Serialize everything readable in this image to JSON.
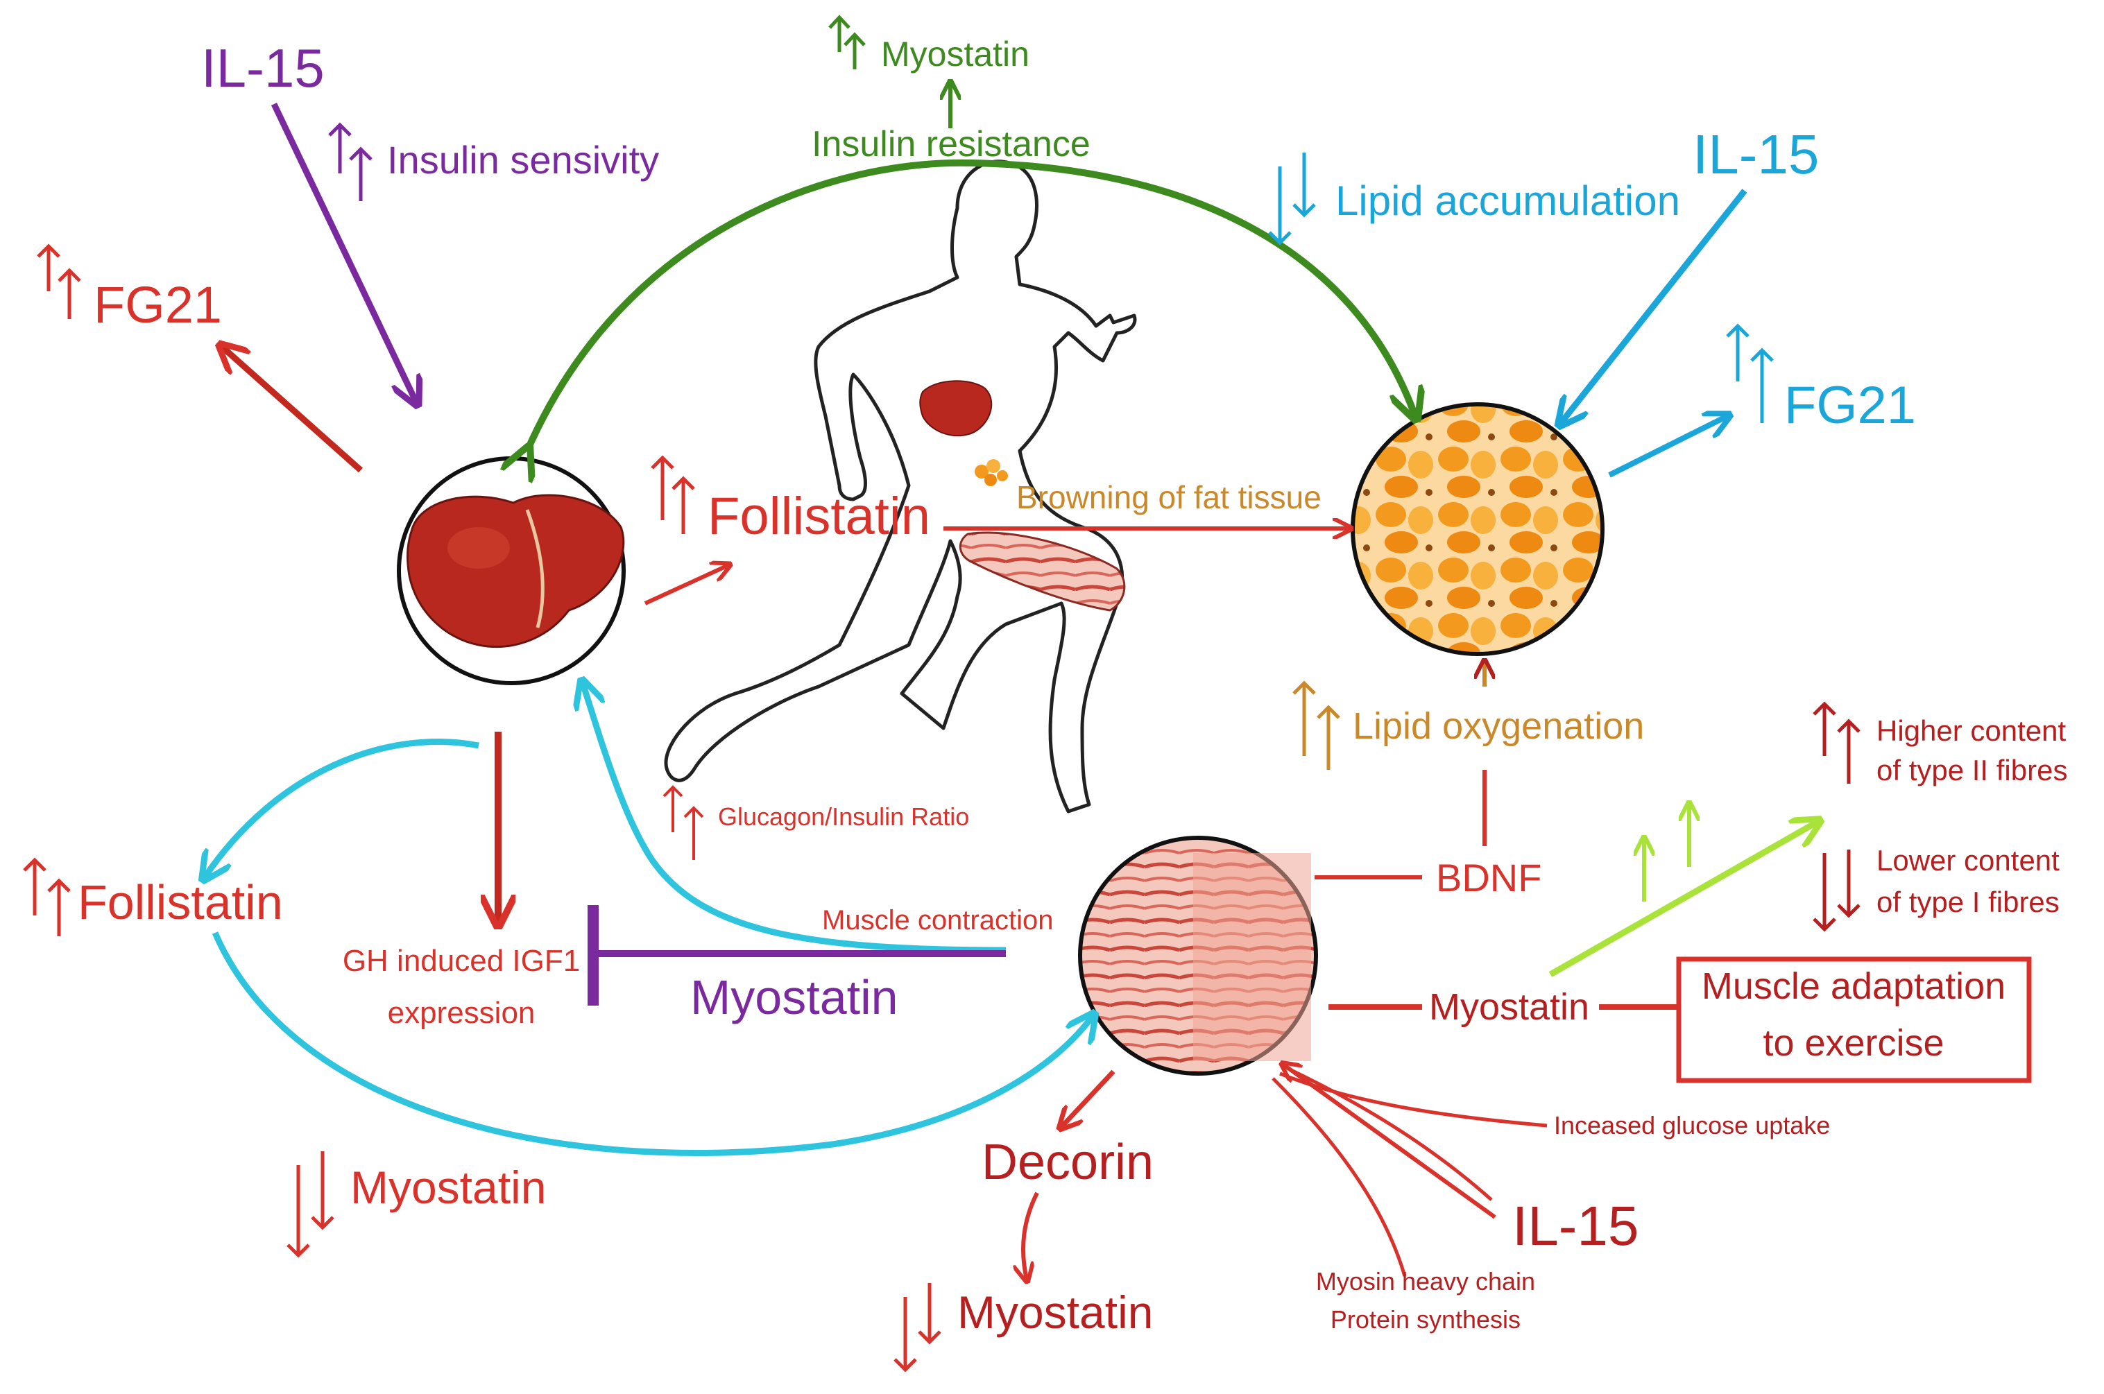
{
  "labels": {
    "myostatin_top": "Myostatin",
    "insulin_resistance": "Insulin resistance",
    "il15_topleft": "IL-15",
    "insulin_sensivity": "Insulin sensivity",
    "fg21_left": "FG21",
    "lipid_accumulation": "Lipid accumulation",
    "il15_topright": "IL-15",
    "fg21_right": "FG21",
    "follistatin_center": "Follistatin",
    "browning_fat": "Browning of fat tissue",
    "lipid_oxygenation": "Lipid oxygenation",
    "bdnf": "BDNF",
    "higher_content_1": "Higher content",
    "higher_content_2": "of type II fibres",
    "lower_content_1": "Lower content",
    "lower_content_2": "of type I fibres",
    "muscle_adaptation_1": "Muscle adaptation",
    "muscle_adaptation_2": "to exercise",
    "myostatin_right": "Myostatin",
    "glucagon_ratio": "Glucagon/Insulin Ratio",
    "follistatin_left": "Follistatin",
    "muscle_contraction": "Muscle contraction",
    "gh_igf1_1": "GH induced IGF1",
    "gh_igf1_2": "expression",
    "myostatin_purple": "Myostatin",
    "glucose_uptake": "Inceased glucose uptake",
    "decorin": "Decorin",
    "myostatin_lower_left": "Myostatin",
    "myostatin_bottom": "Myostatin",
    "il15_bottom": "IL-15",
    "myosin_1": "Myosin heavy chain",
    "myosin_2": "Protein synthesis"
  },
  "colors": {
    "red": "#d9322b",
    "dark_red": "#b51f1f",
    "green": "#3d8a1f",
    "purple": "#7a2a9e",
    "cyan": "#1aa6d9",
    "light_cyan": "#2fc4de",
    "orange": "#c9892a",
    "lime": "#a9e33a",
    "liver": "#b8281e",
    "fat": "#f39a1e",
    "muscle": "#e89a8a"
  },
  "icons": [
    "arrow-up-double-icon",
    "arrow-down-double-icon",
    "inhibition-bar-icon",
    "liver-icon",
    "fat-tissue-icon",
    "muscle-tissue-icon",
    "runner-silhouette-icon"
  ]
}
